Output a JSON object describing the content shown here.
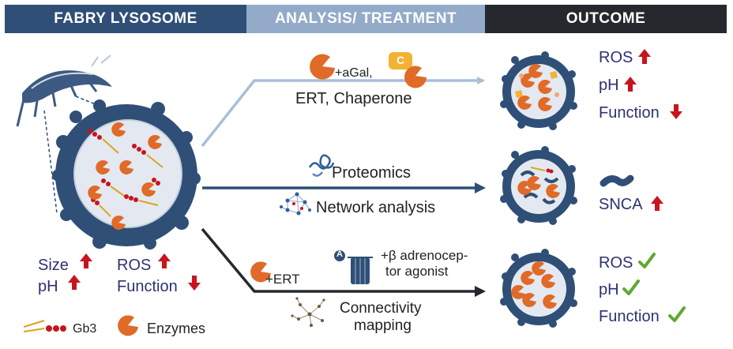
{
  "headers": {
    "col1": "FABRY LYSOSOME",
    "col2": "ANALYSIS/ TREATMENT",
    "col3": "OUTCOME"
  },
  "colors": {
    "header1": "#2f4f77",
    "header2": "#93aac8",
    "header3": "#25292e",
    "arrow_light": "#a9bfd6",
    "arrow_mid": "#2f4f77",
    "arrow_dark": "#25292e",
    "up_arrow": "#c8141e",
    "check": "#5fa832",
    "enzyme": "#e06a28",
    "chaperone": "#f2b233",
    "label_text": "#2d3270"
  },
  "lysosome": {
    "labels": {
      "size": "Size",
      "ph": "pH",
      "ros": "ROS",
      "function": "Function"
    },
    "legend": {
      "gb3": "Gb3",
      "enzymes": "Enzymes"
    }
  },
  "treatment_top": {
    "agal": "+aGal,",
    "chaperone_letter": "C",
    "caption": "ERT, Chaperone"
  },
  "treatment_middle": {
    "proteomics": "Proteomics",
    "network": "Network analysis"
  },
  "treatment_bottom": {
    "ert": "+ERT",
    "adrenoceptor_letter": "A",
    "beta_line1": "+β adrenocep-",
    "beta_line2": "tor agonist",
    "connectivity_line1": "Connectivity",
    "connectivity_line2": "mapping"
  },
  "outcome_top": {
    "ros": "ROS",
    "ph": "pH",
    "function": "Function",
    "ros_dir": "up",
    "ph_dir": "up",
    "function_dir": "down"
  },
  "outcome_middle": {
    "snca": "SNCA",
    "snca_dir": "up"
  },
  "outcome_bottom": {
    "ros": "ROS",
    "ph": "pH",
    "function": "Function",
    "status": "restored"
  }
}
